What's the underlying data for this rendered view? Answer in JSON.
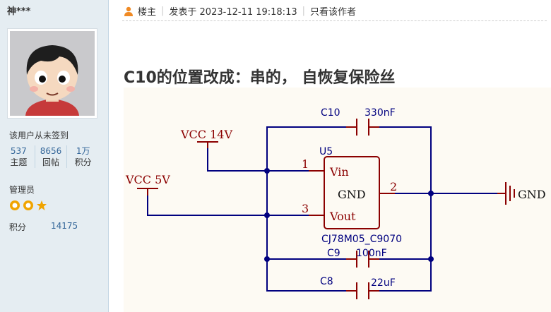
{
  "user": {
    "name": "神***",
    "signin_status": "该用户从未签到",
    "stats": [
      {
        "value": "537",
        "label": "主题"
      },
      {
        "value": "8656",
        "label": "回帖"
      },
      {
        "value": "1万",
        "label": "积分"
      }
    ],
    "role": "管理员",
    "points_label": "积分",
    "points_value": "14175"
  },
  "post": {
    "louzhu": "楼主",
    "published": "发表于 2023-12-11 19:18:13",
    "only_author": "只看该作者",
    "title": "C10的位置改成：串的， 自恢复保险丝"
  },
  "schematic": {
    "vcc14": "VCC 14V",
    "vcc5": "VCC 5V",
    "c10": "C10",
    "c10_val": "330nF",
    "u5": "U5",
    "pin1": "1",
    "pin2": "2",
    "pin3": "3",
    "vin": "Vin",
    "gnd_pin": "GND",
    "vout": "Vout",
    "part": "CJ78M05_C9070",
    "c9": "C9",
    "c9_val": "100nF",
    "c8": "C8",
    "c8_val": "22uF",
    "gnd": "GND"
  },
  "colors": {
    "sidebar_bg": "#e5edf2",
    "wire": "#00007f",
    "component": "#8b0000",
    "link": "#336699",
    "star": "#f0a400"
  }
}
